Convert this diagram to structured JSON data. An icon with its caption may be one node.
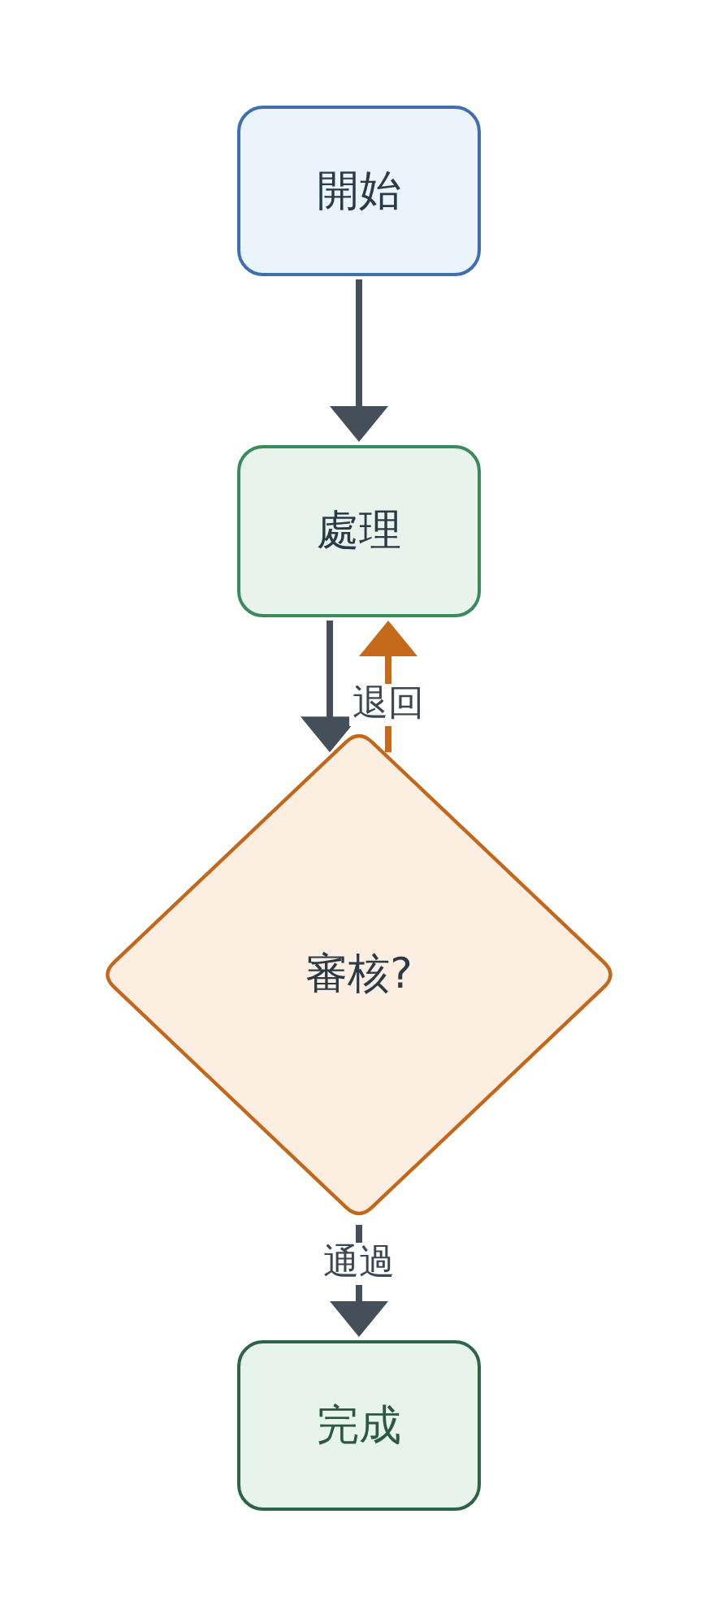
{
  "diagram": {
    "nodes": [
      {
        "text": [
          "開始"
        ]
      },
      {
        "text": [
          "處理"
        ]
      },
      {
        "text": [
          "審核?"
        ]
      },
      {
        "text": [
          "完成"
        ]
      }
    ],
    "edges": [
      {
        "from": 0,
        "to": 1,
        "arrow": "to"
      },
      {
        "from": 1,
        "to": 2,
        "arrow": "to"
      },
      {
        "from": 2,
        "to": 1,
        "arrow": "to",
        "label": "退回",
        "color": "#c5691a"
      },
      {
        "from": 2,
        "to": 3,
        "arrow": "to",
        "label": "通過"
      }
    ]
  }
}
